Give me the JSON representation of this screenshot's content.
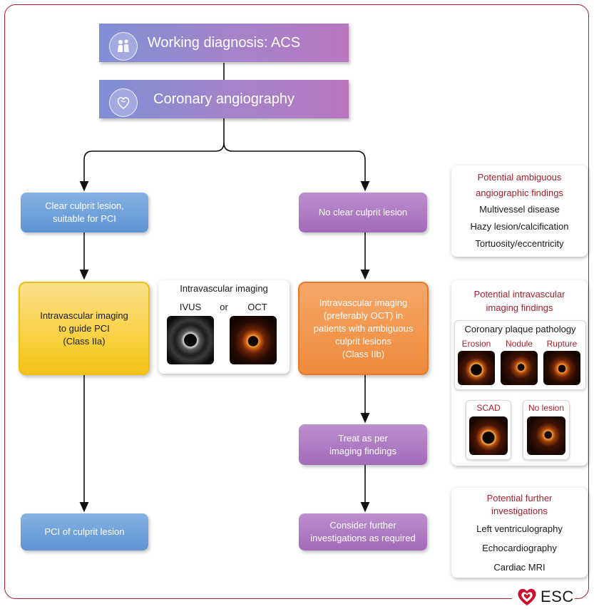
{
  "top": {
    "diagnosis_label": "Working diagnosis: ACS",
    "angiography_label": "Coronary angiography"
  },
  "left": {
    "clear_lesion_label": "Clear culprit lesion,\nsuitable for PCI",
    "imaging_guide_label": "Intravascular imaging\nto guide PCI\n(Class IIa)",
    "pci_label": "PCI of culprit lesion"
  },
  "middle_panel": {
    "title": "Intravascular imaging",
    "ivus_label": "IVUS",
    "or_label": "or",
    "oct_label": "OCT"
  },
  "right": {
    "no_clear_label": "No clear culprit lesion",
    "imaging_oct_label": "Intravascular imaging\n(preferably OCT) in\npatients with ambiguous\nculprit lesions\n(Class IIb)",
    "treat_label": "Treat as per\nimaging findings",
    "consider_label": "Consider further\ninvestigations as required"
  },
  "panel_ambiguous": {
    "title": "Potential ambiguous\nangiographic findings",
    "items": [
      "Multivessel disease",
      "Hazy lesion/calcification",
      "Tortuosity/eccentricity"
    ]
  },
  "panel_intravascular": {
    "title": "Potential intravascular\nimaging findings",
    "plaque_title": "Coronary plaque pathology",
    "plaque_types": [
      "Erosion",
      "Nodule",
      "Rupture"
    ],
    "other_findings": [
      "SCAD",
      "No lesion"
    ]
  },
  "panel_further": {
    "title": "Potential further\ninvestigations",
    "items": [
      "Left ventriculography",
      "Echocardiography",
      "Cardiac MRI"
    ]
  },
  "logo": {
    "text": "ESC"
  },
  "colors": {
    "accent_red": "#a8202e",
    "frame": "#b11e2e",
    "blue": "#5f93d3",
    "purple": "#a26ab8",
    "yellow": "#f7ce35",
    "orange": "#ef8a3b"
  }
}
